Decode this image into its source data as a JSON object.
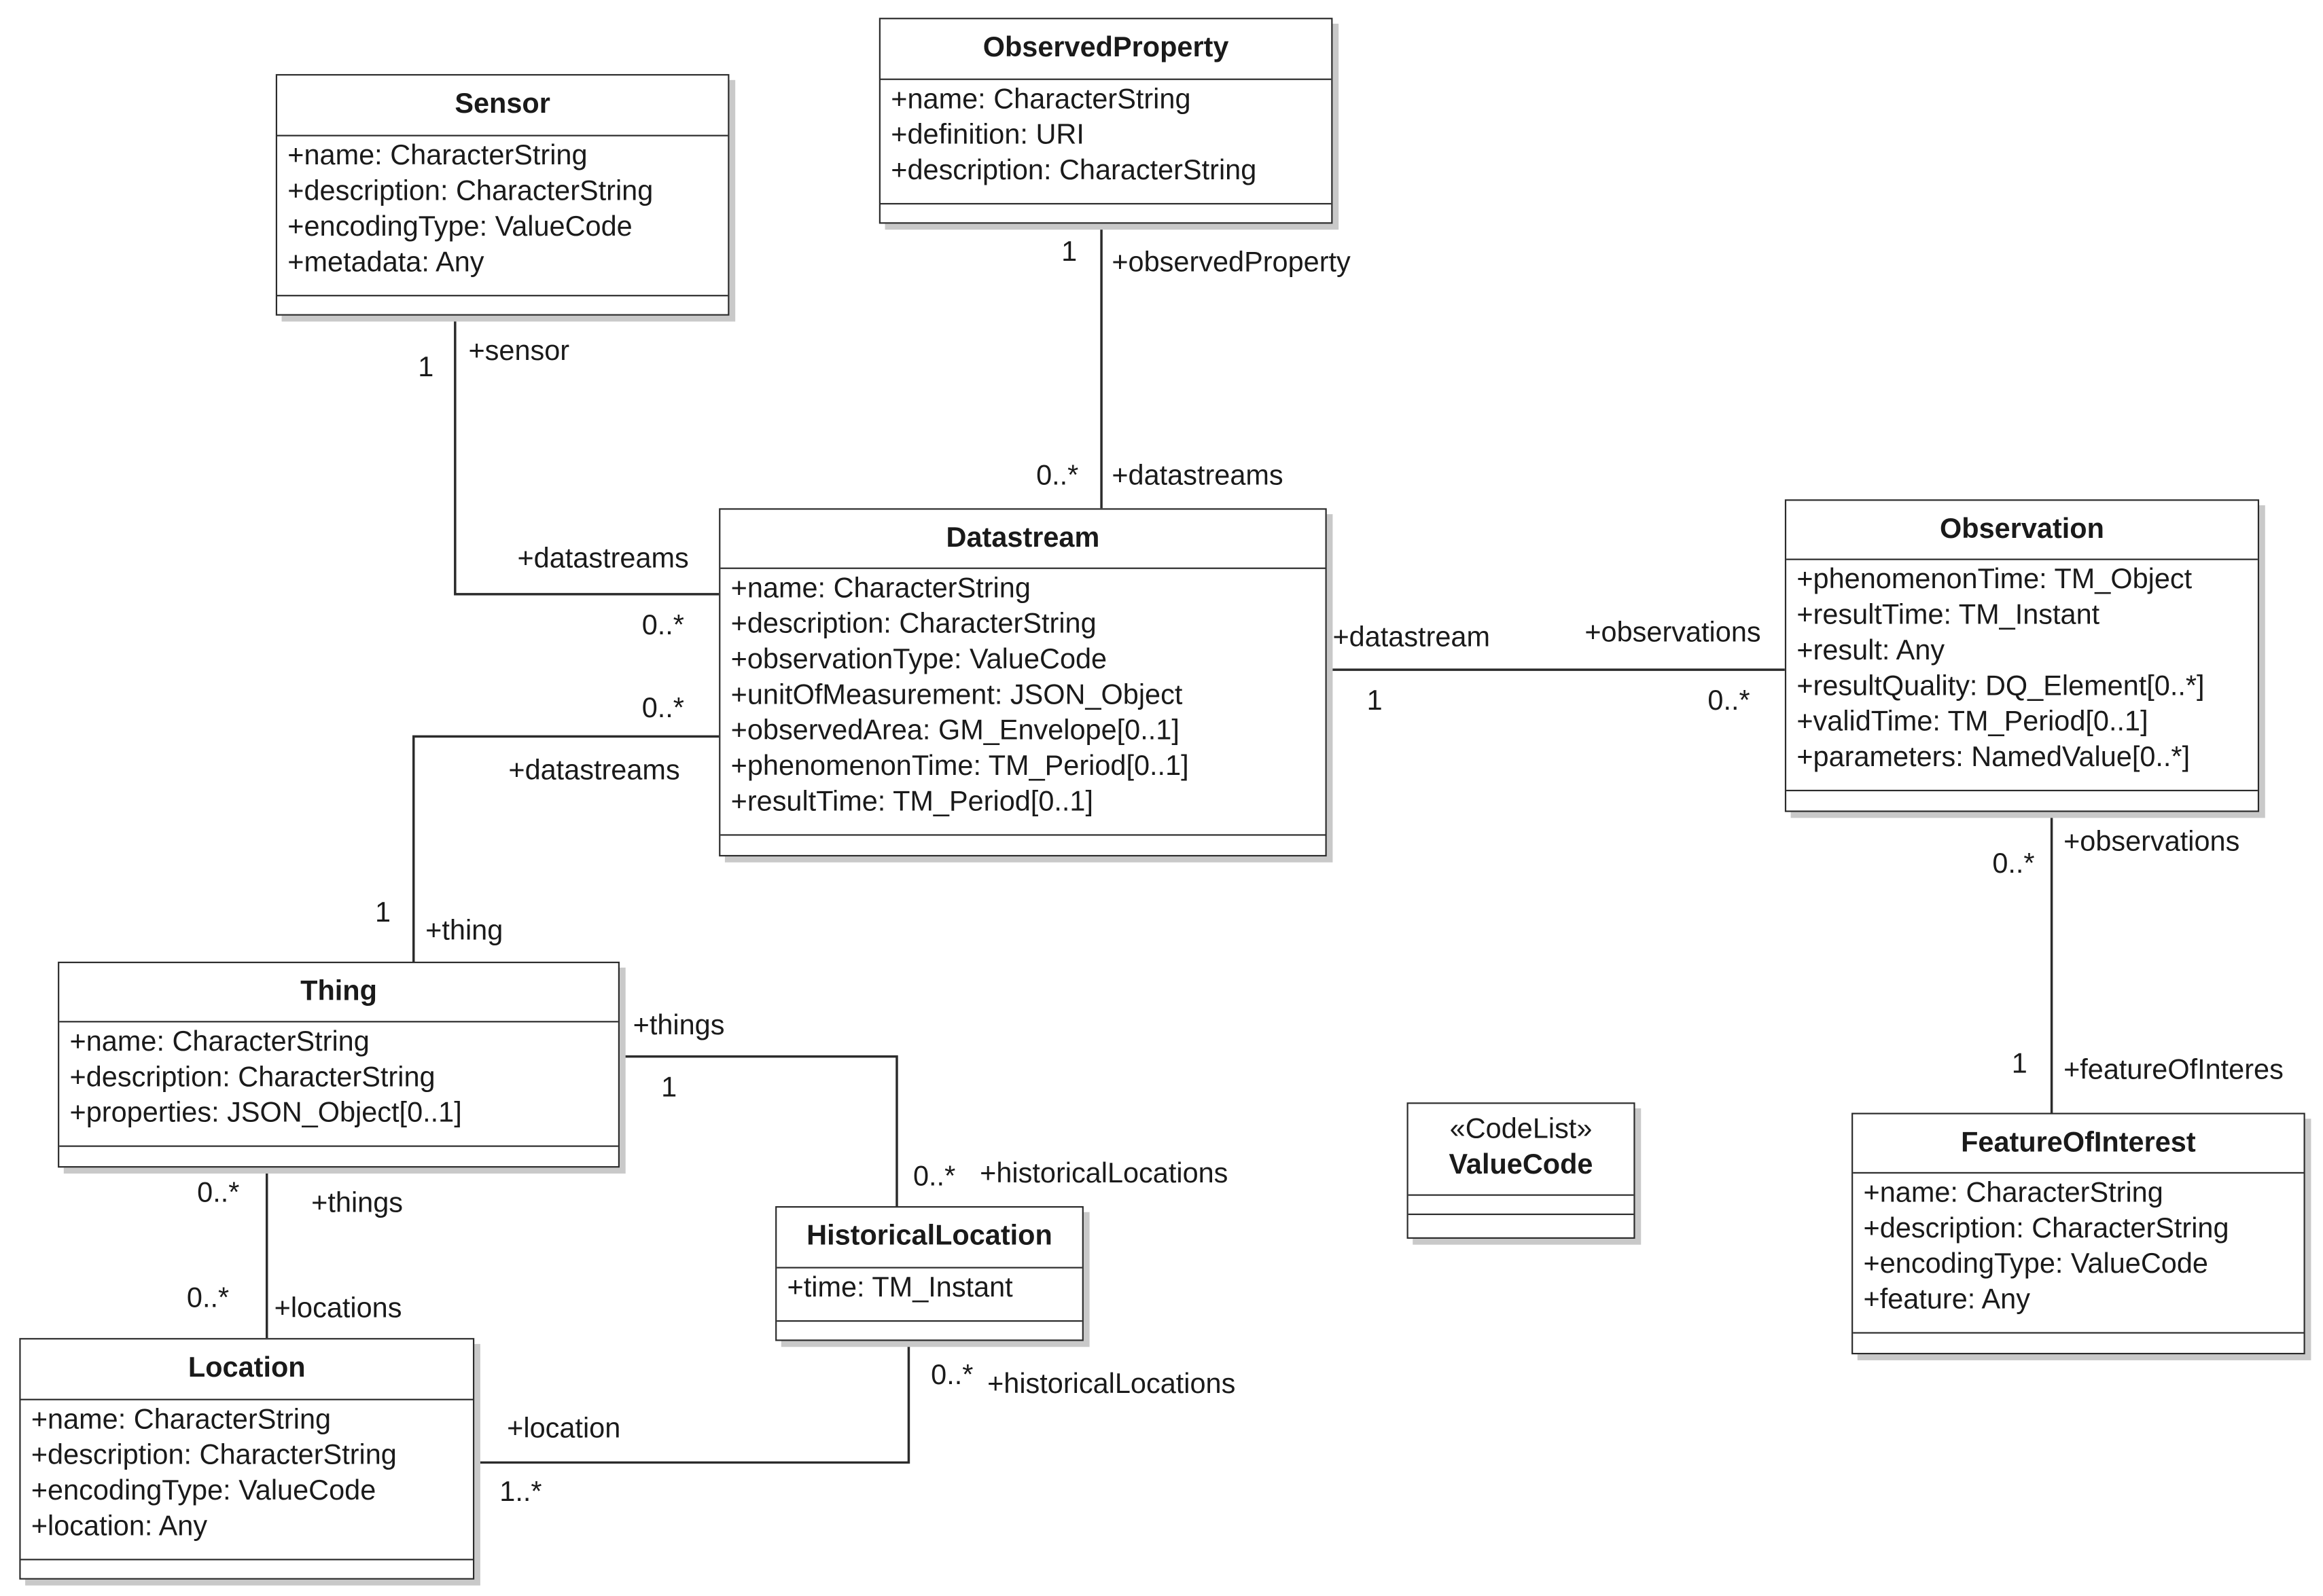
{
  "classes": {
    "sensor": {
      "name": "Sensor",
      "attributes": [
        "+name: CharacterString",
        "+description: CharacterString",
        "+encodingType: ValueCode",
        "+metadata: Any"
      ]
    },
    "observed_property": {
      "name": "ObservedProperty",
      "attributes": [
        "+name: CharacterString",
        "+definition: URI",
        "+description: CharacterString"
      ]
    },
    "datastream": {
      "name": "Datastream",
      "attributes": [
        "+name: CharacterString",
        "+description: CharacterString",
        "+observationType: ValueCode",
        "+unitOfMeasurement: JSON_Object",
        "+observedArea: GM_Envelope[0..1]",
        "+phenomenonTime: TM_Period[0..1]",
        "+resultTime: TM_Period[0..1]"
      ]
    },
    "observation": {
      "name": "Observation",
      "attributes": [
        "+phenomenonTime: TM_Object",
        "+resultTime: TM_Instant",
        "+result: Any",
        "+resultQuality: DQ_Element[0..*]",
        "+validTime: TM_Period[0..1]",
        "+parameters: NamedValue[0..*]"
      ]
    },
    "thing": {
      "name": "Thing",
      "attributes": [
        "+name: CharacterString",
        "+description: CharacterString",
        "+properties: JSON_Object[0..1]"
      ]
    },
    "historical_location": {
      "name": "HistoricalLocation",
      "attributes": [
        "+time: TM_Instant"
      ]
    },
    "value_code": {
      "stereotype": "«CodeList»",
      "name": "ValueCode",
      "attributes": []
    },
    "feature_of_interest": {
      "name": "FeatureOfInterest",
      "attributes": [
        "+name: CharacterString",
        "+description: CharacterString",
        "+encodingType: ValueCode",
        "+feature: Any"
      ]
    },
    "location": {
      "name": "Location",
      "attributes": [
        "+name: CharacterString",
        "+description: CharacterString",
        "+encodingType: ValueCode",
        "+location: Any"
      ]
    }
  },
  "associations": {
    "sensor_datastream": {
      "role_sensor": "+sensor",
      "mult_sensor": "1",
      "role_datastreams": "+datastreams",
      "mult_datastreams": "0..*"
    },
    "observedproperty_datastream": {
      "role_observed_property": "+observedProperty",
      "mult_observed_property": "1",
      "role_datastreams": "+datastreams",
      "mult_datastreams": "0..*"
    },
    "thing_datastream": {
      "role_datastreams": "+datastreams",
      "mult_datastreams": "0..*",
      "role_thing": "+thing",
      "mult_thing": "1"
    },
    "datastream_observation": {
      "role_datastream": "+datastream",
      "mult_datastream": "1",
      "role_observations": "+observations",
      "mult_observations": "0..*"
    },
    "observation_feature": {
      "role_observations": "+observations",
      "mult_observations": "0..*",
      "role_feature": "+featureOfInteres",
      "mult_feature": "1"
    },
    "thing_historical_location": {
      "role_things": "+things",
      "mult_things": "1",
      "role_historical_locations": "+historicalLocations",
      "mult_historical_locations": "0..*"
    },
    "thing_location": {
      "role_things": "+things",
      "mult_things": "0..*",
      "role_locations": "+locations",
      "mult_locations": "0..*"
    },
    "location_historical_location": {
      "role_location": "+location",
      "mult_location": "1..*",
      "role_historical_locations": "+historicalLocations",
      "mult_historical_locations": "0..*"
    }
  }
}
